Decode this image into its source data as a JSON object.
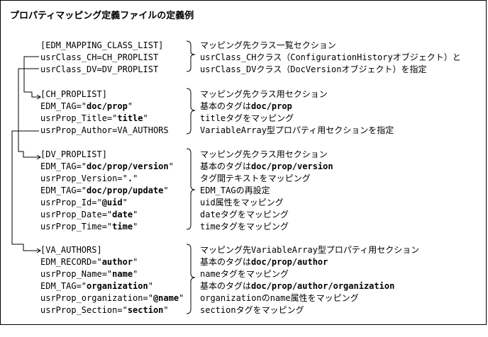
{
  "title": "プロパティマッピング定義ファイルの定義例",
  "sections": [
    {
      "lines": [
        {
          "segs": [
            {
              "t": "[EDM_MAPPING_CLASS_LIST]"
            }
          ]
        },
        {
          "segs": [
            {
              "t": "usrClass_CH=CH_PROPLIST"
            }
          ]
        },
        {
          "segs": [
            {
              "t": "usrClass_DV=DV_PROPLIST"
            }
          ]
        }
      ],
      "desc": [
        {
          "segs": [
            {
              "t": "マッピング先クラス一覧セクション"
            }
          ]
        },
        {
          "segs": [
            {
              "t": "usrClass_CHクラス（ConfigurationHistoryオブジェクト）と"
            }
          ]
        },
        {
          "segs": [
            {
              "t": "usrClass_DVクラス（DocVersionオブジェクト）を指定"
            }
          ]
        }
      ]
    },
    {
      "lines": [
        {
          "segs": [
            {
              "t": "[CH_PROPLIST]"
            }
          ]
        },
        {
          "segs": [
            {
              "t": "EDM_TAG=\""
            },
            {
              "t": "doc/prop",
              "b": true
            },
            {
              "t": "\""
            }
          ]
        },
        {
          "segs": [
            {
              "t": "usrProp_Title=\""
            },
            {
              "t": "title",
              "b": true
            },
            {
              "t": "\""
            }
          ]
        },
        {
          "segs": [
            {
              "t": "usrProp_Author=VA_AUTHORS"
            }
          ]
        }
      ],
      "desc": [
        {
          "segs": [
            {
              "t": "マッピング先クラス用セクション"
            }
          ]
        },
        {
          "segs": [
            {
              "t": "基本のタグは"
            },
            {
              "t": "doc/prop",
              "b": true
            }
          ]
        },
        {
          "segs": [
            {
              "t": "titleタグをマッピング"
            }
          ]
        },
        {
          "segs": [
            {
              "t": "VariableArray型プロパティ用セクションを指定"
            }
          ]
        }
      ]
    },
    {
      "lines": [
        {
          "segs": [
            {
              "t": "[DV_PROPLIST]"
            }
          ]
        },
        {
          "segs": [
            {
              "t": "EDM_TAG=\""
            },
            {
              "t": "doc/prop/version",
              "b": true
            },
            {
              "t": "\""
            }
          ]
        },
        {
          "segs": [
            {
              "t": "usrProp_Version=\""
            },
            {
              "t": ".",
              "b": true
            },
            {
              "t": "\""
            }
          ]
        },
        {
          "segs": [
            {
              "t": "EDM_TAG=\""
            },
            {
              "t": "doc/prop/update",
              "b": true
            },
            {
              "t": "\""
            }
          ]
        },
        {
          "segs": [
            {
              "t": "usrProp_Id=\""
            },
            {
              "t": "@uid",
              "b": true
            },
            {
              "t": "\""
            }
          ]
        },
        {
          "segs": [
            {
              "t": "usrProp_Date=\""
            },
            {
              "t": "date",
              "b": true
            },
            {
              "t": "\""
            }
          ]
        },
        {
          "segs": [
            {
              "t": "usrProp_Time=\""
            },
            {
              "t": "time",
              "b": true
            },
            {
              "t": "\""
            }
          ]
        }
      ],
      "desc": [
        {
          "segs": [
            {
              "t": "マッピング先クラス用セクション"
            }
          ]
        },
        {
          "segs": [
            {
              "t": "基本のタグは"
            },
            {
              "t": "doc/prop/version",
              "b": true
            }
          ]
        },
        {
          "segs": [
            {
              "t": "タグ間テキストをマッピング"
            }
          ]
        },
        {
          "segs": [
            {
              "t": "EDM_TAGの再設定"
            }
          ]
        },
        {
          "segs": [
            {
              "t": "uid属性をマッピング"
            }
          ]
        },
        {
          "segs": [
            {
              "t": "dateタグをマッピング"
            }
          ]
        },
        {
          "segs": [
            {
              "t": "timeタグをマッピング"
            }
          ]
        }
      ]
    },
    {
      "lines": [
        {
          "segs": [
            {
              "t": "[VA_AUTHORS]"
            }
          ]
        },
        {
          "segs": [
            {
              "t": "EDM_RECORD=\""
            },
            {
              "t": "author",
              "b": true
            },
            {
              "t": "\""
            }
          ]
        },
        {
          "segs": [
            {
              "t": "usrProp_Name=\""
            },
            {
              "t": "name",
              "b": true
            },
            {
              "t": "\""
            }
          ]
        },
        {
          "segs": [
            {
              "t": "EDM_TAG=\""
            },
            {
              "t": "organization",
              "b": true
            },
            {
              "t": "\""
            }
          ]
        },
        {
          "segs": [
            {
              "t": "usrProp_organization=\""
            },
            {
              "t": "@name",
              "b": true
            },
            {
              "t": "\""
            }
          ]
        },
        {
          "segs": [
            {
              "t": "usrProp_Section=\""
            },
            {
              "t": "section",
              "b": true
            },
            {
              "t": "\""
            }
          ]
        }
      ],
      "desc": [
        {
          "segs": [
            {
              "t": "マッピング先VariableArray型プロパティ用セクション"
            }
          ]
        },
        {
          "segs": [
            {
              "t": "基本のタグは"
            },
            {
              "t": "doc/prop/author",
              "b": true
            }
          ]
        },
        {
          "segs": [
            {
              "t": "nameタグをマッピング"
            }
          ]
        },
        {
          "segs": [
            {
              "t": "基本のタグは"
            },
            {
              "t": "doc/prop/author/organization",
              "b": true
            }
          ]
        },
        {
          "segs": [
            {
              "t": "organizationのname属性をマッピング"
            }
          ]
        },
        {
          "segs": [
            {
              "t": "sectionタグをマッピング"
            }
          ]
        }
      ]
    }
  ]
}
